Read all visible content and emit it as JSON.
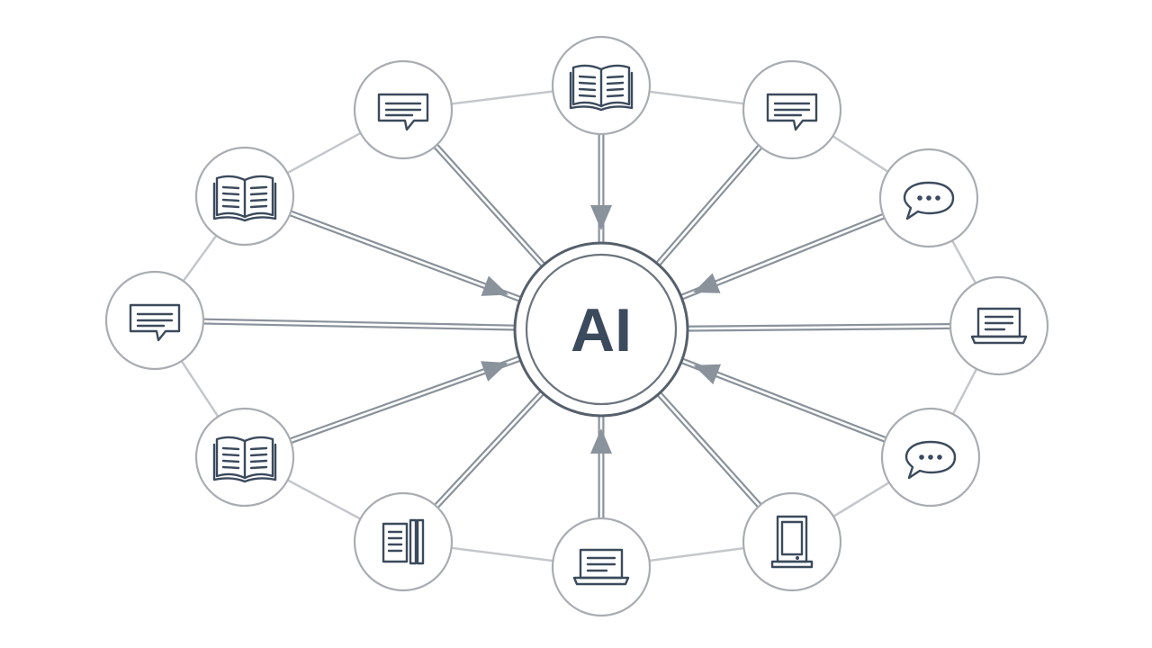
{
  "hub": {
    "label": "AI"
  },
  "colors": {
    "ring": "#c4c7cb",
    "spoke": "#8a929b",
    "node_border": "#a9adb2",
    "icon": "#3b4a5c",
    "hub_border": "#56606b"
  },
  "nodes": [
    {
      "id": "top",
      "icon": "open-book-icon",
      "arrow": true
    },
    {
      "id": "upper-right",
      "icon": "message-icon",
      "arrow": false
    },
    {
      "id": "right-upper",
      "icon": "chat-bubble-icon",
      "arrow": true
    },
    {
      "id": "right",
      "icon": "laptop-icon",
      "arrow": false
    },
    {
      "id": "right-lower",
      "icon": "chat-bubble-icon",
      "arrow": true
    },
    {
      "id": "lower-right",
      "icon": "tablet-icon",
      "arrow": false
    },
    {
      "id": "bottom",
      "icon": "laptop-icon",
      "arrow": true
    },
    {
      "id": "lower-left",
      "icon": "books-icon",
      "arrow": false
    },
    {
      "id": "left-lower",
      "icon": "open-book-icon",
      "arrow": true
    },
    {
      "id": "left",
      "icon": "message-icon",
      "arrow": false
    },
    {
      "id": "left-upper",
      "icon": "open-book-icon",
      "arrow": true
    },
    {
      "id": "upper-left",
      "icon": "message-icon",
      "arrow": false
    }
  ]
}
